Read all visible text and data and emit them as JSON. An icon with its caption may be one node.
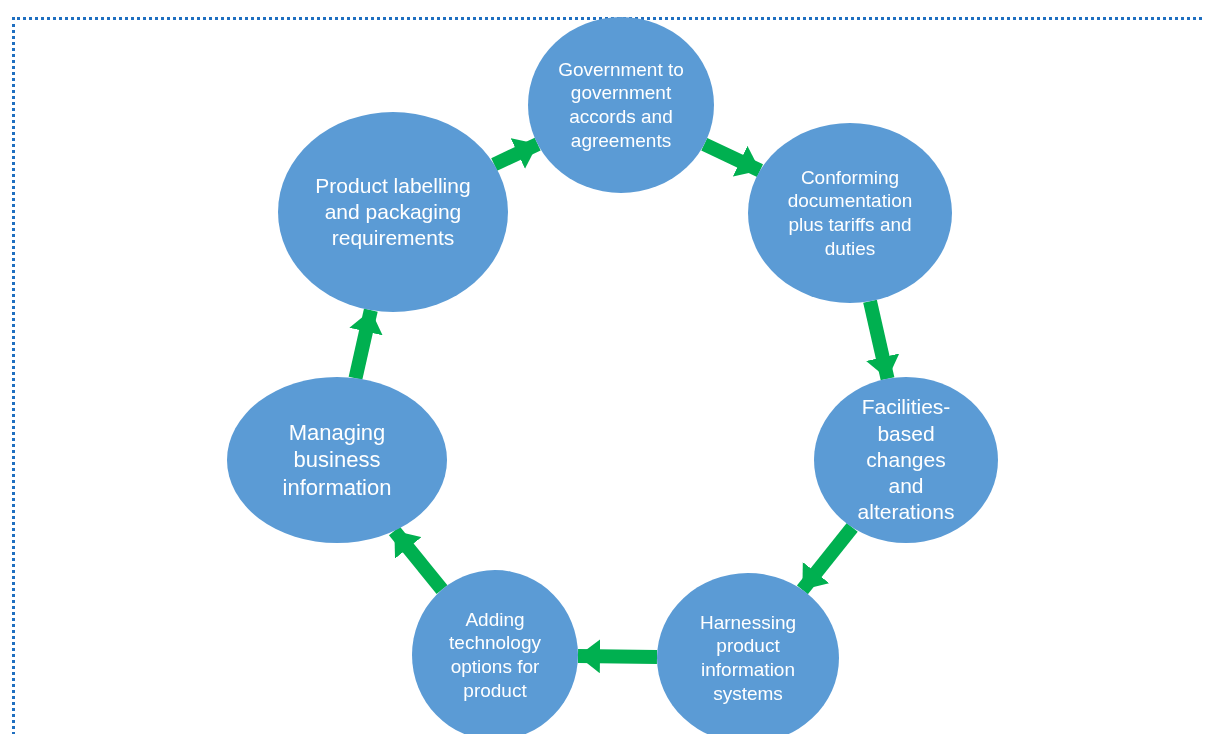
{
  "diagram": {
    "nodes": [
      {
        "text": [
          "Government to government accords and agreements"
        ]
      },
      {
        "text": [
          "Conforming documentation plus tariffs and duties"
        ]
      },
      {
        "text": [
          "Facilities-based changes and alterations"
        ]
      },
      {
        "text": [
          "Harnessing product information systems"
        ]
      },
      {
        "text": [
          "Adding technology options for product"
        ]
      },
      {
        "text": [
          "Managing business information"
        ]
      },
      {
        "text": [
          "Product labelling and packaging requirements"
        ]
      }
    ],
    "edges": [
      {
        "from": 0,
        "to": 1,
        "arrow": "to"
      },
      {
        "from": 1,
        "to": 2,
        "arrow": "to"
      },
      {
        "from": 2,
        "to": 3,
        "arrow": "to"
      },
      {
        "from": 3,
        "to": 4,
        "arrow": "to"
      },
      {
        "from": 4,
        "to": 5,
        "arrow": "to"
      },
      {
        "from": 5,
        "to": 6,
        "arrow": "to"
      },
      {
        "from": 6,
        "to": 0,
        "arrow": "to"
      }
    ]
  }
}
